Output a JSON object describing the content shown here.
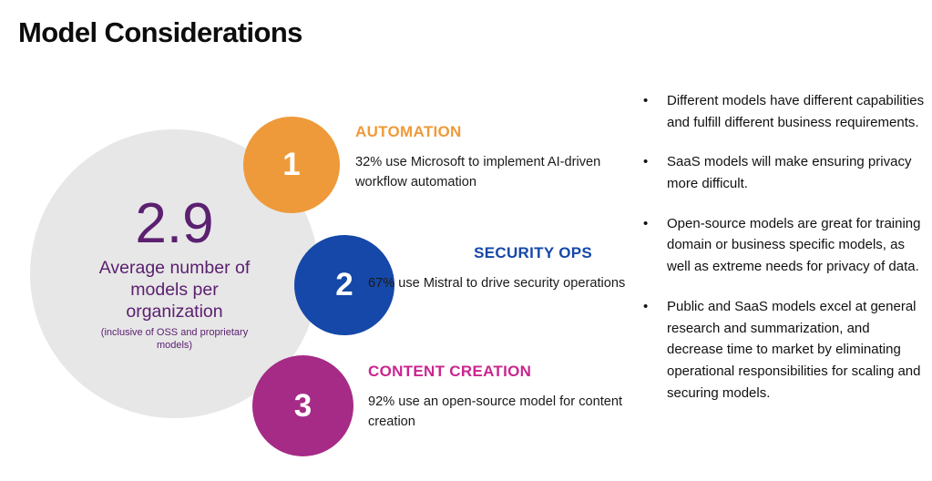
{
  "slide": {
    "title": "Model Considerations"
  },
  "stat": {
    "value": "2.9",
    "label": "Average number of models per organization",
    "sublabel": "(inclusive of OSS and proprietary models)",
    "text_color": "#5b2070",
    "circle_color": "#e7e7e7"
  },
  "items": [
    {
      "number": "1",
      "heading": "AUTOMATION",
      "body": "32% use Microsoft to implement AI-driven workflow automation",
      "color": "#ee9a3a"
    },
    {
      "number": "2",
      "heading": "SECURITY OPS",
      "body": "67% use Mistral to drive security operations",
      "color": "#1548a8"
    },
    {
      "number": "3",
      "heading": "CONTENT CREATION",
      "body": "92% use an open-source model for content creation",
      "color": "#a52b86",
      "heading_color": "#c9268f"
    }
  ],
  "bullets": {
    "marker": "•",
    "items": [
      "Different models have different capabilities and fulfill different business requirements.",
      "SaaS models will make ensuring privacy more difficult.",
      "Open-source models are great for training domain or business specific models, as well as extreme needs for privacy of data.",
      "Public and SaaS models excel at general research and summarization, and decrease time to market by eliminating operational responsibilities for scaling and securing models."
    ]
  }
}
